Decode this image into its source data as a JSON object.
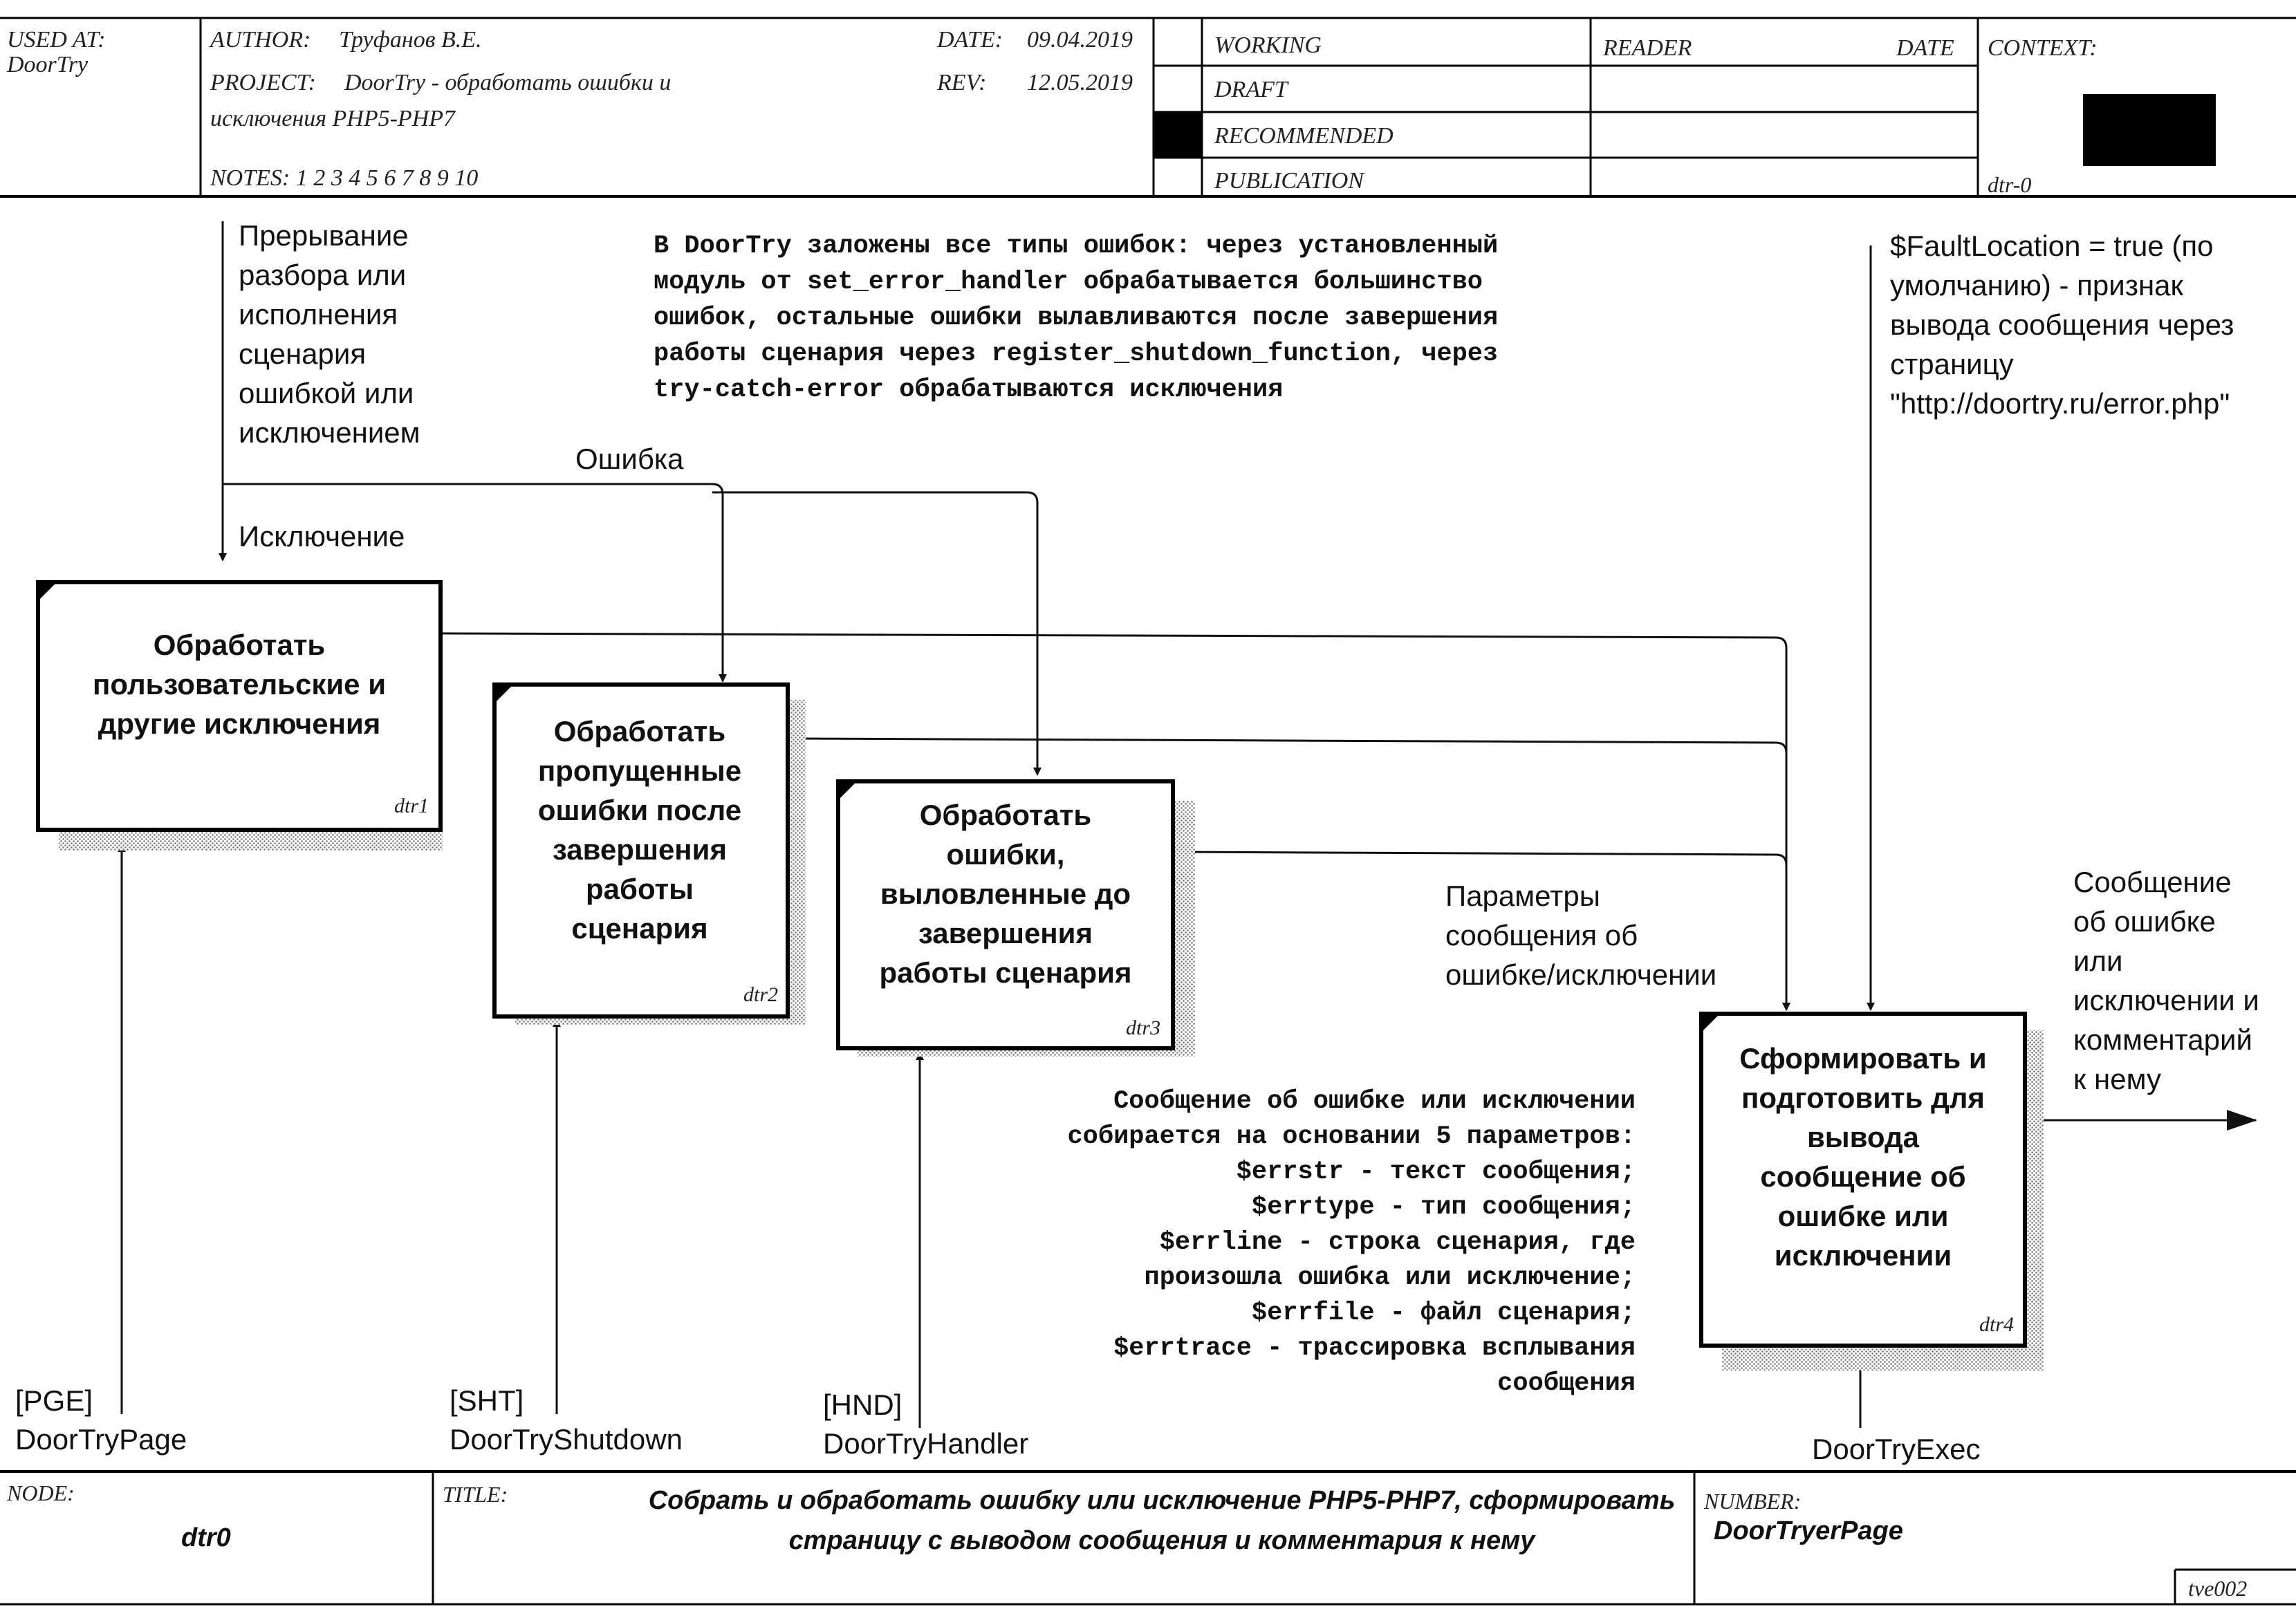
{
  "header": {
    "used_at_label": "USED AT:",
    "used_at_value": "DoorTry",
    "author_label": "AUTHOR:",
    "author_value": "Труфанов В.Е.",
    "project_label": "PROJECT:",
    "project_value_1": "DoorTry - обработать ошибки и",
    "project_value_2": "исключения PHP5-PHP7",
    "date_label": "DATE:",
    "date_value": "09.04.2019",
    "rev_label": "REV:",
    "rev_value": "12.05.2019",
    "notes": "NOTES:  1  2  3  4  5  6  7  8  9  10",
    "status": [
      "WORKING",
      "DRAFT",
      "RECOMMENDED",
      "PUBLICATION"
    ],
    "reader_label": "READER",
    "reader_date_label": "DATE",
    "context_label": "CONTEXT:",
    "context_node": "dtr-0"
  },
  "diagram": {
    "note_top": [
      "В DoorTry заложены все типы ошибок: через установленный",
      "модуль от set_error_handler  обрабатывается большинство",
      "ошибок, остальные ошибки вылавливаются после завершения",
      "работы сценария через register_shutdown_function, через",
      "try-catch-error обрабатываются исключения"
    ],
    "control_interrupt": [
      "Прерывание",
      "разбора или",
      "исполнения",
      "сценария",
      "ошибкой или",
      "исключением"
    ],
    "label_error": "Ошибка",
    "label_exception": "Исключение",
    "control_fault": [
      "$FaultLocation = true (по",
      "умолчанию) - признак",
      "вывода сообщения через",
      "страницу",
      "\"http://doortry.ru/error.php\""
    ],
    "label_params": [
      "Параметры",
      "сообщения об",
      "ошибке/исключении"
    ],
    "output_message": [
      "Сообщение",
      "об ошибке",
      "или",
      "исключении и",
      "комментарий",
      "к нему"
    ],
    "note_bottom": [
      "Сообщение об ошибке или исключении",
      "собирается на основании 5 параметров:",
      "$errstr - текст сообщения;",
      "$errtype - тип сообщения;",
      "$errline - строка сценария, где",
      "произошла ошибка или исключение;",
      "$errfile - файл сценария;",
      "$errtrace - трассировка всплывания",
      "сообщения"
    ],
    "boxes": [
      {
        "title": [
          "Обработать",
          "пользовательские и",
          "другие исключения"
        ],
        "node": "dtr1"
      },
      {
        "title": [
          "Обработать",
          "пропущенные",
          "ошибки после",
          "завершения",
          "работы",
          "сценария"
        ],
        "node": "dtr2"
      },
      {
        "title": [
          "Обработать",
          "ошибки,",
          "выловленные до",
          "завершения",
          "работы сценария"
        ],
        "node": "dtr3"
      },
      {
        "title": [
          "Сформировать и",
          "подготовить для",
          "вывода",
          "сообщение об",
          "ошибке или",
          "исключении"
        ],
        "node": "dtr4"
      }
    ],
    "mechanisms": [
      {
        "tag": "[PGE]",
        "name": "DoorTryPage"
      },
      {
        "tag": "[SHT]",
        "name": "DoorTryShutdown"
      },
      {
        "tag": "[HND]",
        "name": "DoorTryHandler"
      },
      {
        "tag": "",
        "name": "DoorTryExec"
      }
    ]
  },
  "footer": {
    "node_label": "NODE:",
    "node_value": "dtr0",
    "title_label": "TITLE:",
    "title_line1": "Собрать и обработать ошибку или исключение PHP5-PHP7, сформировать",
    "title_line2": "страницу с выводом сообщения и комментария к нему",
    "number_label": "NUMBER:",
    "number_value": "DoorTryerPage",
    "sheet_code": "tve002"
  }
}
